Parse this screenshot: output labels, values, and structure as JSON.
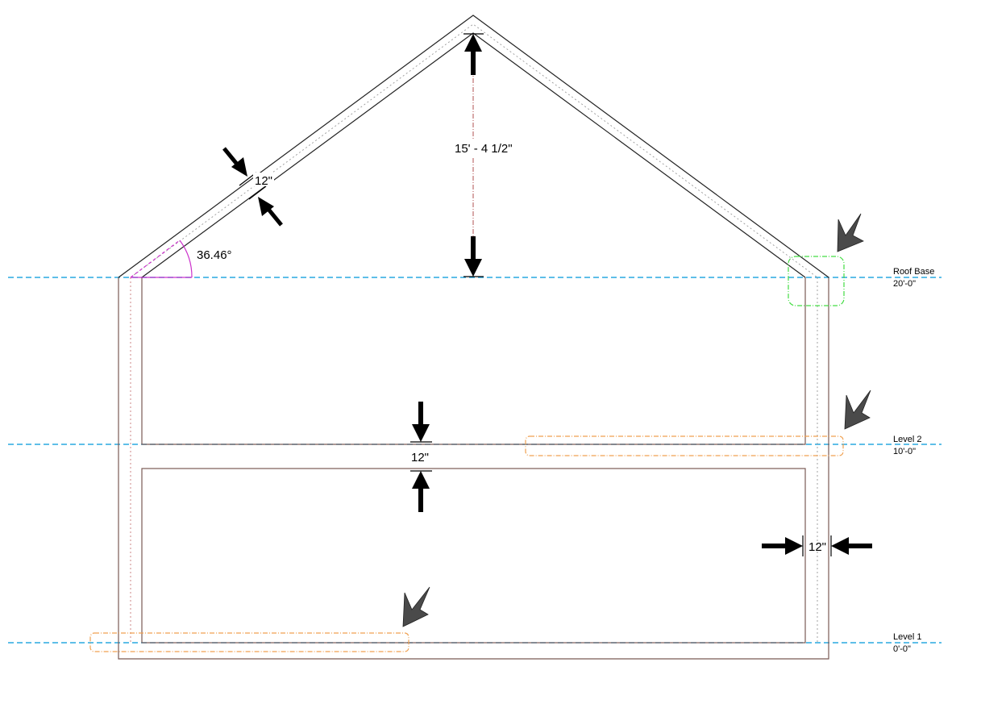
{
  "dimensions": {
    "roof_thickness": "12\"",
    "roof_height": "15' - 4 1/2\"",
    "roof_angle": "36.46°",
    "floor_thickness": "12\"",
    "wall_thickness": "12\""
  },
  "levels": [
    {
      "name": "Roof Base",
      "elevation": "20'-0\""
    },
    {
      "name": "Level 2",
      "elevation": "10'-0\""
    },
    {
      "name": "Level 1",
      "elevation": "0'-0\""
    }
  ],
  "colors": {
    "level_line": "#29a8e0",
    "wall_outline": "#7a5a55",
    "roof_outline": "#222222",
    "highlight_orange": "#f0a050",
    "highlight_green": "#44dd44",
    "angle_arc": "#cc33cc",
    "pointer_arrow": "#4a4a4a"
  }
}
